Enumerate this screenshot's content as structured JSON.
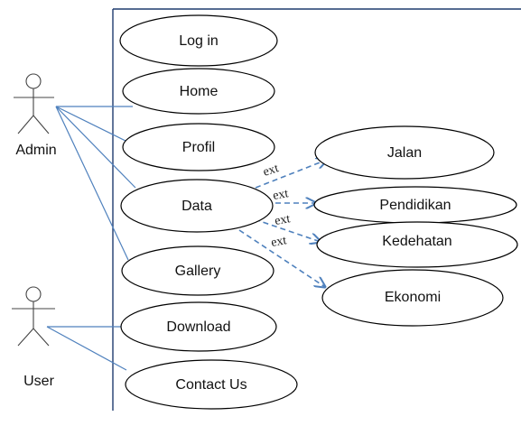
{
  "colors": {
    "association": "#4f81bd",
    "boundary": "#1f3b6e",
    "usecase_border": "#000000"
  },
  "actors": [
    {
      "id": "admin",
      "name": "Admin"
    },
    {
      "id": "user",
      "name": "User"
    }
  ],
  "use_cases": [
    {
      "id": "login",
      "label": "Log in"
    },
    {
      "id": "home",
      "label": "Home"
    },
    {
      "id": "profil",
      "label": "Profil"
    },
    {
      "id": "data",
      "label": "Data"
    },
    {
      "id": "gallery",
      "label": "Gallery"
    },
    {
      "id": "download",
      "label": "Download"
    },
    {
      "id": "contact",
      "label": "Contact Us"
    },
    {
      "id": "jalan",
      "label": "Jalan"
    },
    {
      "id": "pendidikan",
      "label": "Pendidikan"
    },
    {
      "id": "kedehatan",
      "label": "Kedehatan"
    },
    {
      "id": "ekonomi",
      "label": "Ekonomi"
    }
  ],
  "associations": [
    {
      "actor": "admin",
      "use_case": "home"
    },
    {
      "actor": "admin",
      "use_case": "profil"
    },
    {
      "actor": "admin",
      "use_case": "data"
    },
    {
      "actor": "admin",
      "use_case": "gallery"
    },
    {
      "actor": "user",
      "use_case": "download"
    },
    {
      "actor": "user",
      "use_case": "contact"
    }
  ],
  "extends": [
    {
      "from": "data",
      "to": "jalan",
      "label": "ext"
    },
    {
      "from": "data",
      "to": "pendidikan",
      "label": "ext"
    },
    {
      "from": "data",
      "to": "kedehatan",
      "label": "ext"
    },
    {
      "from": "data",
      "to": "ekonomi",
      "label": "ext"
    }
  ]
}
